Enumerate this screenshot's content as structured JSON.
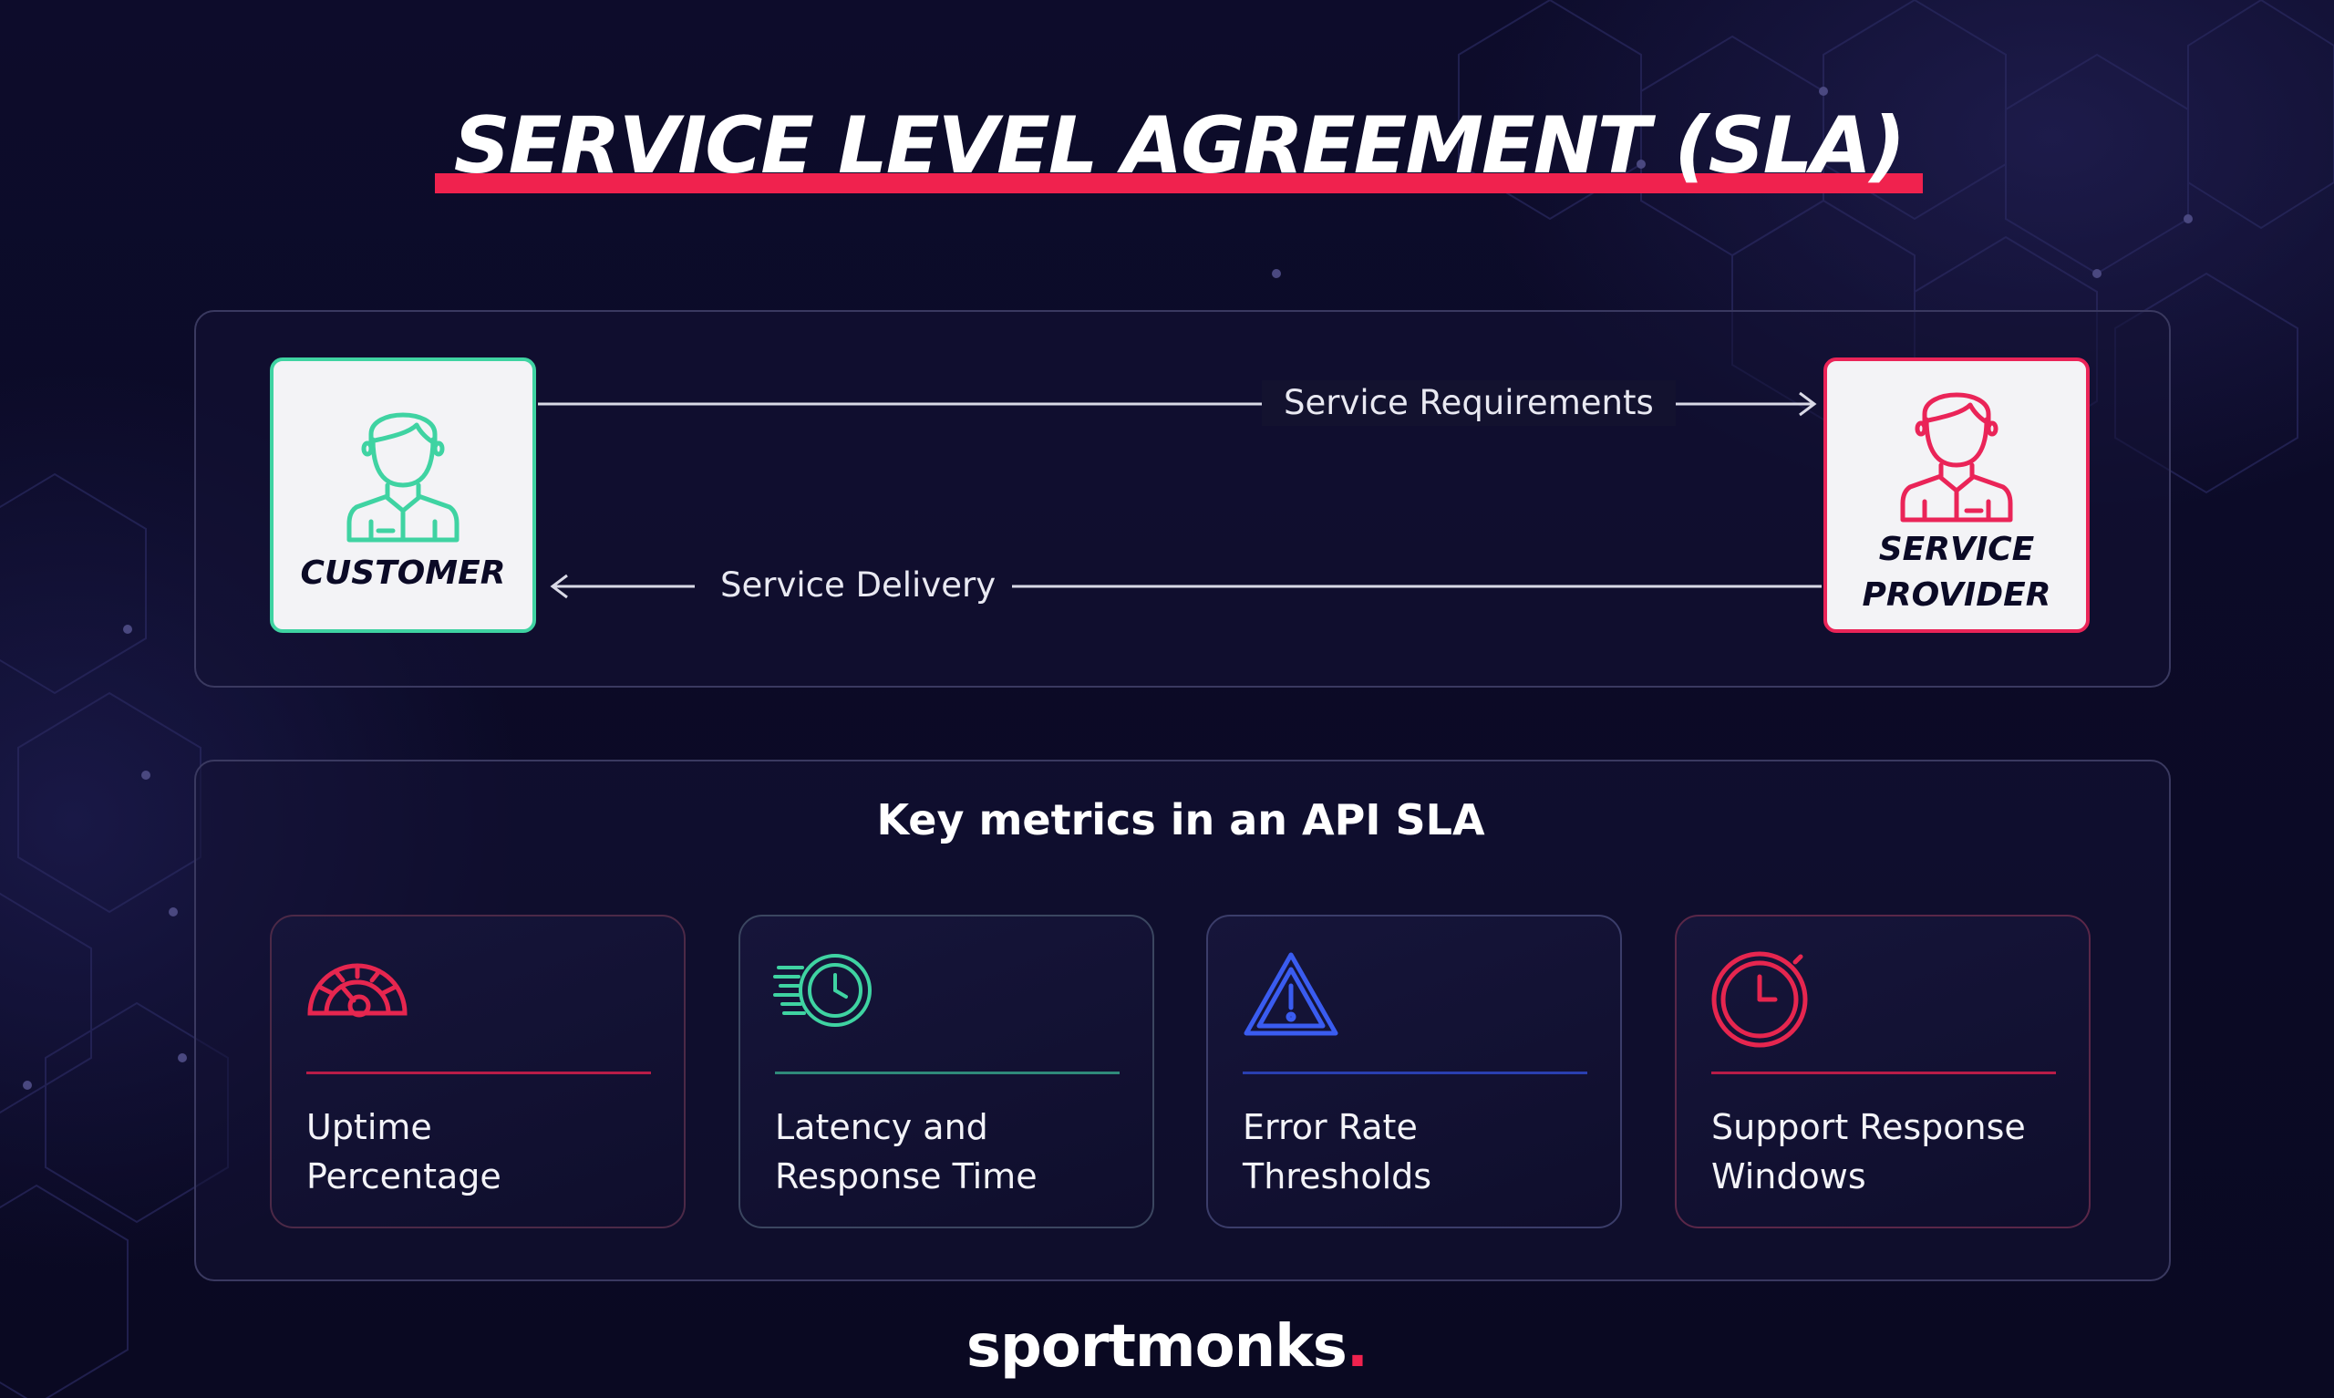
{
  "title": "SERVICE LEVEL AGREEMENT (SLA)",
  "flow": {
    "customer_label": "CUSTOMER",
    "provider_label_line1": "SERVICE",
    "provider_label_line2": "PROVIDER",
    "requirements_label": "Service Requirements",
    "delivery_label": "Service Delivery"
  },
  "metrics": {
    "heading": "Key metrics in an API SLA",
    "items": [
      {
        "line1": "Uptime",
        "line2": "Percentage",
        "icon": "speedometer-icon",
        "color": "#e6264f"
      },
      {
        "line1": "Latency and",
        "line2": "Response Time",
        "icon": "fast-clock-icon",
        "color": "#3fd3a2"
      },
      {
        "line1": "Error Rate",
        "line2": "Thresholds",
        "icon": "warning-triangle-icon",
        "color": "#3a5cf0"
      },
      {
        "line1": "Support Response",
        "line2": "Windows",
        "icon": "stopwatch-icon",
        "color": "#e6264f"
      }
    ]
  },
  "brand": {
    "name": "sportmonks",
    "dot": "."
  },
  "colors": {
    "accent": "#f0224e",
    "customer": "#3fd3a2",
    "provider": "#ea2458",
    "background": "#0b0a26"
  }
}
